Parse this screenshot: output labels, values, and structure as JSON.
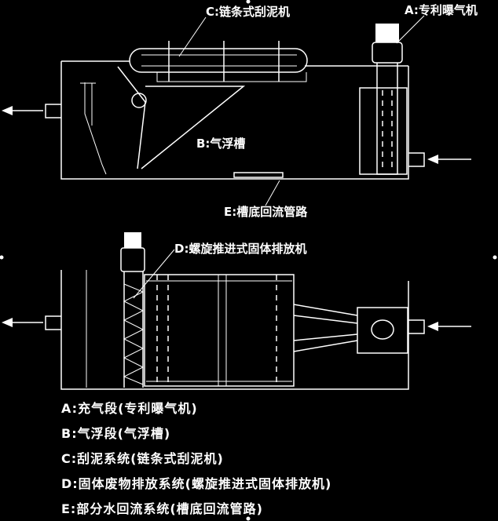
{
  "labels": {
    "top_c": "C:链条式刮泥机",
    "top_a": "A:专利曝气机",
    "top_b": "B:气浮槽",
    "top_e": "E:槽底回流管路",
    "bottom_d": "D:螺旋推进式固体排放机"
  },
  "legend": [
    "A:充气段(专利曝气机)",
    "B:气浮段(气浮槽)",
    "C:刮泥系统(链条式刮泥机)",
    "D:固体废物排放系统(螺旋推进式固体排放机)",
    "E:部分水回流系统(槽底回流管路)"
  ],
  "colors": {
    "background": "#000000",
    "foreground": "#ffffff"
  }
}
